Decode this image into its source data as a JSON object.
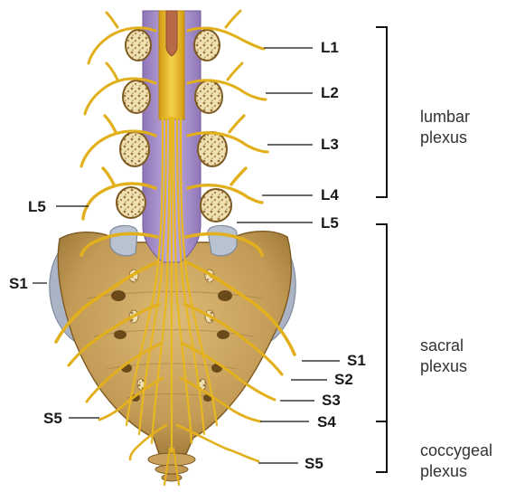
{
  "labels": {
    "l1": "L1",
    "l2": "L2",
    "l3": "L3",
    "l4": "L4",
    "l5_right": "L5",
    "l5_left": "L5",
    "s1_left": "S1",
    "s1_right": "S1",
    "s2": "S2",
    "s3": "S3",
    "s4": "S4",
    "s5_left": "S5",
    "s5_right": "S5"
  },
  "groups": {
    "lumbar_line1": "lumbar",
    "lumbar_line2": "plexus",
    "sacral_line1": "sacral",
    "sacral_line2": "plexus",
    "coccygeal_line1": "coccygeal",
    "coccygeal_line2": "plexus"
  },
  "colors": {
    "nerve": "#e8b820",
    "nerve_dark": "#b8870a",
    "bone": "#c9a15a",
    "bone_dark": "#8a6428",
    "dura": "#a58cc8",
    "cartilage": "#aab4c4",
    "leader": "#111111"
  }
}
